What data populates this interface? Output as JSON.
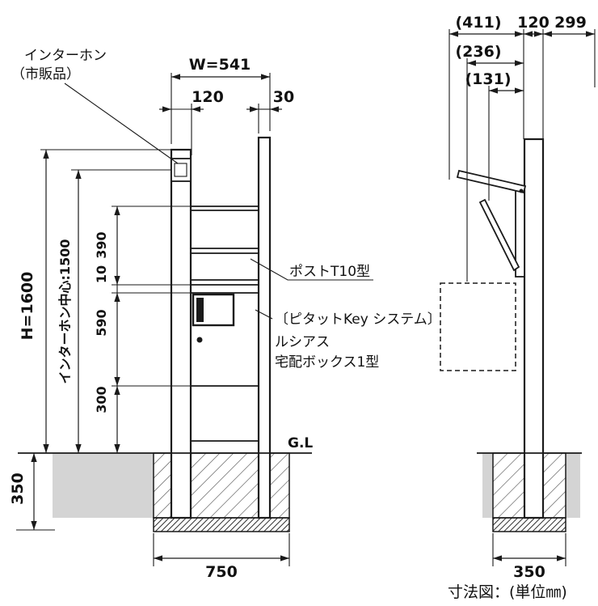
{
  "caption": "寸法図：(単位㎜)",
  "colors": {
    "line": "#1a1a1a",
    "ground": "#d4d4d4"
  },
  "front": {
    "callout_interphone_1": "インターホン",
    "callout_interphone_2": "（市販品）",
    "callout_post": "ポストT10型",
    "callout_key": "〔ピタットKey システム〕",
    "callout_series": "ルシアス",
    "callout_box": "宅配ボックス1型",
    "gl": "G.L",
    "dim_w": "W=541",
    "dim_120": "120",
    "dim_30": "30",
    "dim_h": "H=1600",
    "dim_center": "インターホン中心:1500",
    "dim_390": "390",
    "dim_10": "10",
    "dim_590": "590",
    "dim_300": "300",
    "dim_350": "350",
    "dim_750": "750"
  },
  "side": {
    "dim_411": "(411)",
    "dim_120": "120",
    "dim_299": "299",
    "dim_236": "(236)",
    "dim_131": "(131)",
    "dim_350": "350"
  }
}
